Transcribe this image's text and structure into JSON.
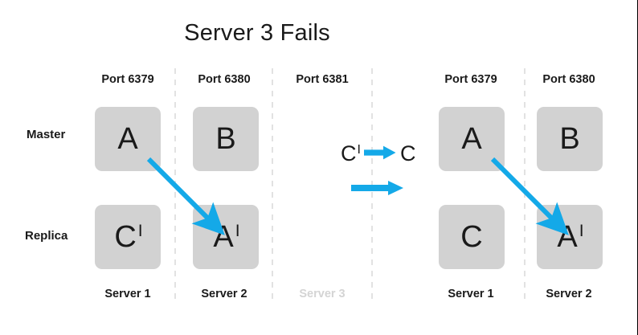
{
  "title": "Server 3 Fails",
  "colors": {
    "arrow_blue": "#14A9E8",
    "node_fill": "#d2d2d2",
    "text": "#1a1a1a",
    "faded_text": "#d4d4d4",
    "separator": "#e2e2e2"
  },
  "row_labels": {
    "master": "Master",
    "replica": "Replica"
  },
  "left_panel": {
    "ports": [
      "Port 6379",
      "Port 6380",
      "Port 6381"
    ],
    "servers": [
      {
        "label": "Server 1",
        "faded": false
      },
      {
        "label": "Server 2",
        "faded": false
      },
      {
        "label": "Server 3",
        "faded": true
      }
    ],
    "nodes": {
      "server1_master": {
        "letter": "A",
        "prime": ""
      },
      "server1_replica": {
        "letter": "C",
        "prime": "I"
      },
      "server2_master": {
        "letter": "B",
        "prime": ""
      },
      "server2_replica": {
        "letter": "A",
        "prime": "I"
      },
      "server3_master": null,
      "server3_replica": null
    }
  },
  "legend": {
    "transition_from_letter": "C",
    "transition_from_prime": "I",
    "transition_to_letter": "C",
    "transition_to_prime": "",
    "arrow_icon": "arrow-right-icon"
  },
  "right_panel": {
    "ports": [
      "Port 6379",
      "Port 6380"
    ],
    "servers": [
      {
        "label": "Server 1",
        "faded": false
      },
      {
        "label": "Server 2",
        "faded": false
      }
    ],
    "nodes": {
      "server1_master": {
        "letter": "A",
        "prime": ""
      },
      "server1_replica": {
        "letter": "C",
        "prime": ""
      },
      "server2_master": {
        "letter": "B",
        "prime": ""
      },
      "server2_replica": {
        "letter": "A",
        "prime": "I"
      }
    }
  }
}
